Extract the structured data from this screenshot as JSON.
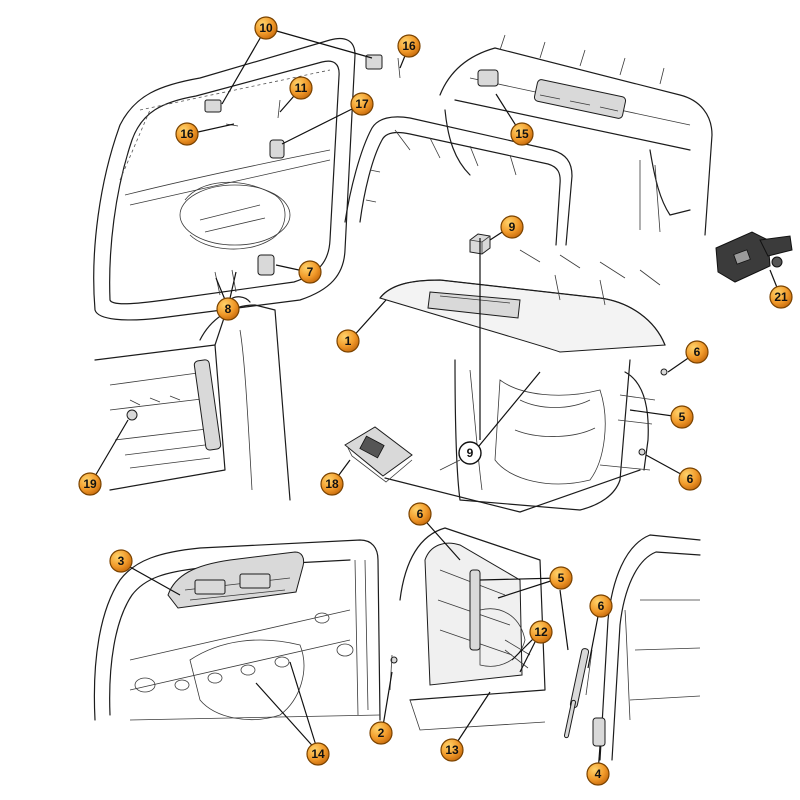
{
  "colors": {
    "callout_fill": "#f19a2a",
    "callout_highlight": "#ffd36b",
    "line": "#1c1c1c",
    "background": "#ffffff"
  },
  "callouts": [
    {
      "id": "c-10",
      "label": "10",
      "style": "orange"
    },
    {
      "id": "c-16a",
      "label": "16",
      "style": "orange"
    },
    {
      "id": "c-11",
      "label": "11",
      "style": "orange"
    },
    {
      "id": "c-17",
      "label": "17",
      "style": "orange"
    },
    {
      "id": "c-16b",
      "label": "16",
      "style": "orange"
    },
    {
      "id": "c-15",
      "label": "15",
      "style": "orange"
    },
    {
      "id": "c-9a",
      "label": "9",
      "style": "orange"
    },
    {
      "id": "c-7",
      "label": "7",
      "style": "orange"
    },
    {
      "id": "c-8",
      "label": "8",
      "style": "orange"
    },
    {
      "id": "c-21",
      "label": "21",
      "style": "orange"
    },
    {
      "id": "c-1",
      "label": "1",
      "style": "orange"
    },
    {
      "id": "c-6a",
      "label": "6",
      "style": "orange"
    },
    {
      "id": "c-5a",
      "label": "5",
      "style": "orange"
    },
    {
      "id": "c-9b",
      "label": "9",
      "style": "plain"
    },
    {
      "id": "c-6b",
      "label": "6",
      "style": "orange"
    },
    {
      "id": "c-19",
      "label": "19",
      "style": "orange"
    },
    {
      "id": "c-18",
      "label": "18",
      "style": "orange"
    },
    {
      "id": "c-6c",
      "label": "6",
      "style": "orange"
    },
    {
      "id": "c-3",
      "label": "3",
      "style": "orange"
    },
    {
      "id": "c-5b",
      "label": "5",
      "style": "orange"
    },
    {
      "id": "c-6d",
      "label": "6",
      "style": "orange"
    },
    {
      "id": "c-12",
      "label": "12",
      "style": "orange"
    },
    {
      "id": "c-2",
      "label": "2",
      "style": "orange"
    },
    {
      "id": "c-14",
      "label": "14",
      "style": "orange"
    },
    {
      "id": "c-13",
      "label": "13",
      "style": "orange"
    },
    {
      "id": "c-4",
      "label": "4",
      "style": "orange"
    }
  ]
}
